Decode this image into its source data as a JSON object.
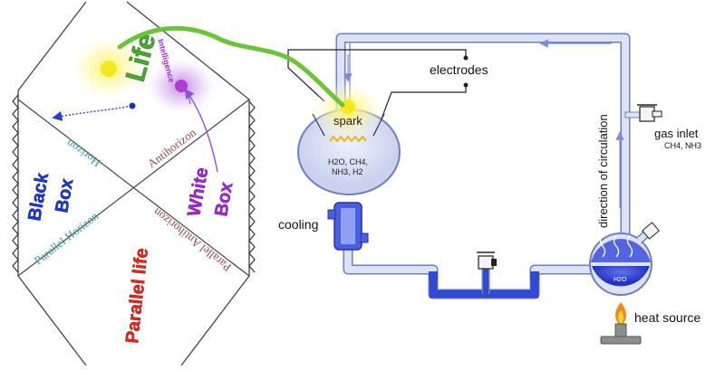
{
  "left_diagram": {
    "life_label": "Life",
    "intelligence_label": "Intelligence",
    "horizon_label": "Horizon",
    "antihorizon_label": "Antihorizon",
    "black_box_line1": "Black",
    "black_box_line2": "Box",
    "white_box_line1": "White",
    "white_box_line2": "Box",
    "parallel_horizon_label": "Parallel Horizon",
    "parallel_antihorizon_label": "Parallel Antihorizon",
    "parallel_life_label": "Parallel life",
    "colors": {
      "life_green": "#4aa832",
      "black_box_blue": "#1d3bd4",
      "white_box_purple": "#a22bd6",
      "parallel_life_red": "#e02a1e",
      "horizon_teal": "#3c9a9a",
      "antihorizon_brown": "#9a4a4a",
      "glow_yellow": "#ffee55",
      "glow_purple": "#c890e8"
    }
  },
  "apparatus": {
    "electrodes_label": "electrodes",
    "spark_label": "spark",
    "flask_contents_line1": "H2O, CH4,",
    "flask_contents_line2": "NH3, H2",
    "cooling_label": "cooling",
    "circulation_label": "direction of circulation",
    "gas_inlet_label": "gas inlet",
    "gas_inlet_sub": "CH4, NH3",
    "water_flask_label": "H2O",
    "heat_source_label": "heat source",
    "colors": {
      "tube_fill": "#dde3f7",
      "tube_edge": "#6f7fb8",
      "water_blue": "#3349d6",
      "flame_orange": "#f08a1c"
    }
  }
}
